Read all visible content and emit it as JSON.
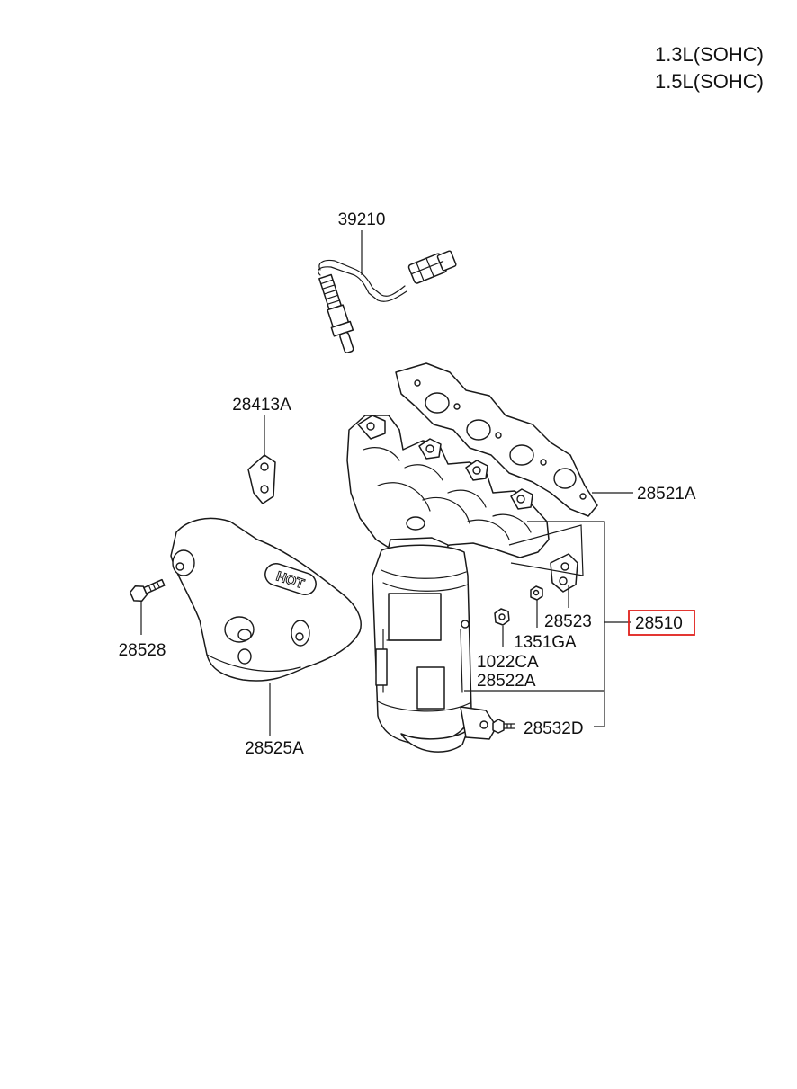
{
  "engine_variants": [
    "1.3L(SOHC)",
    "1.5L(SOHC)"
  ],
  "parts": {
    "oxygen_sensor": "39210",
    "bracket": "28413A",
    "manifold_gasket": "28521A",
    "manifold_catalytic_assembly": "28510",
    "stay": "28523",
    "nut": "1351GA",
    "nut_2": "1022CA",
    "gasket_2": "28522A",
    "bolt": "28532D",
    "heat_protector_bolt": "28528",
    "heat_protector": "28525A"
  },
  "heat_shield_mark": "HOT",
  "highlight": {
    "part": "28510",
    "color": "#e0201b"
  }
}
